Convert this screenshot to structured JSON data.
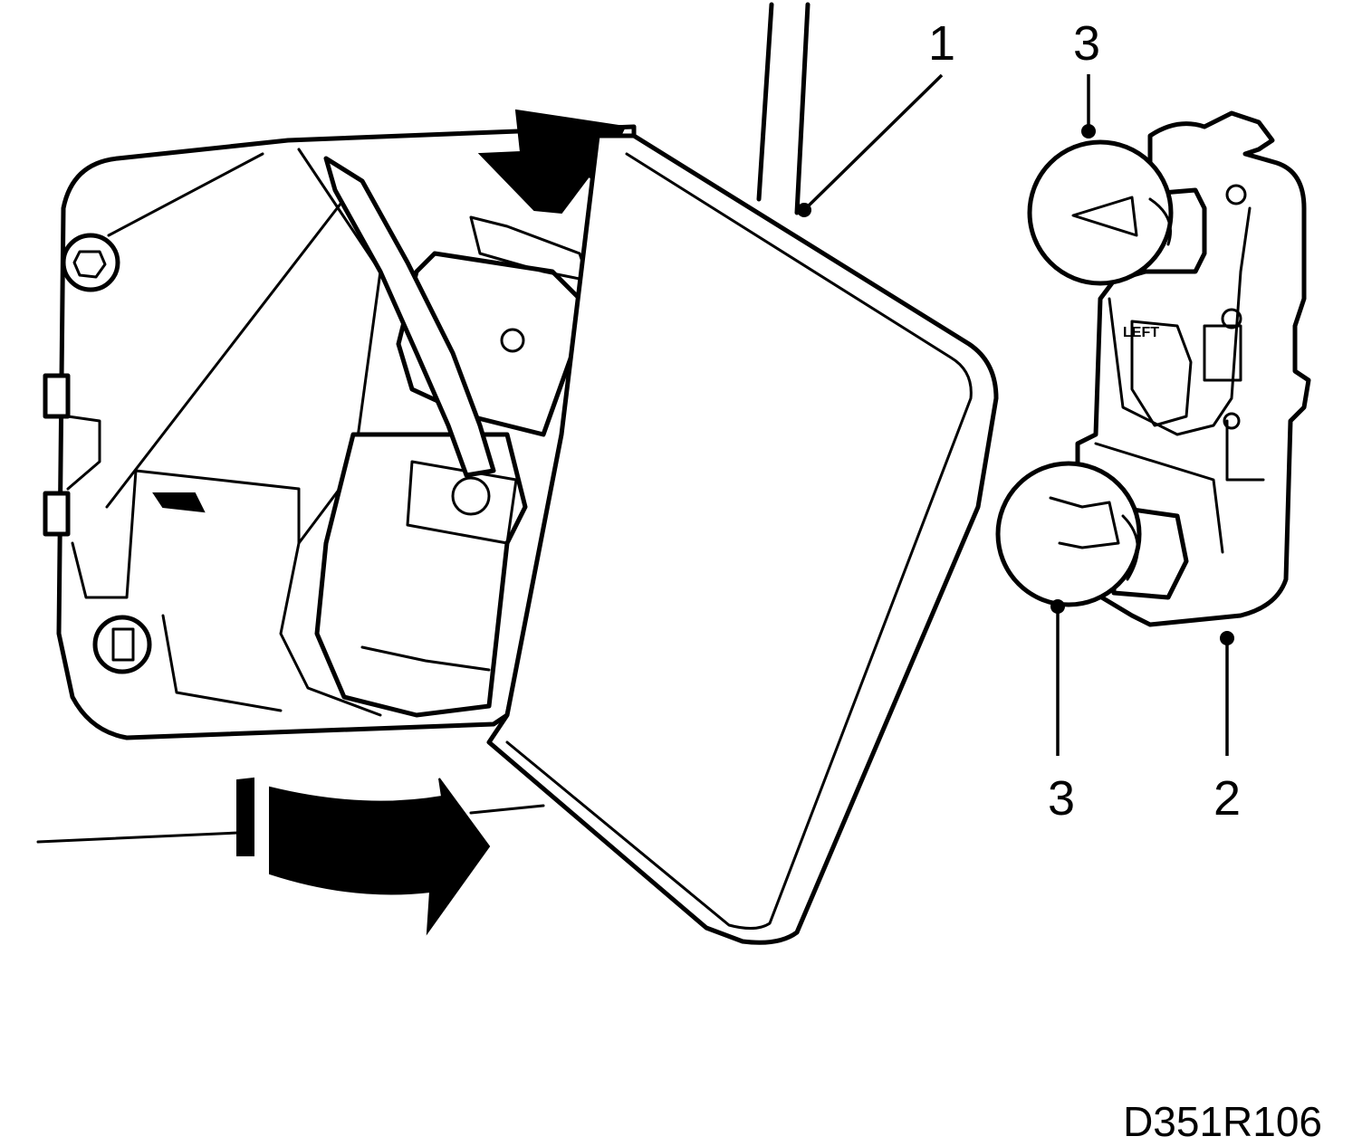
{
  "callouts": {
    "c1": "1",
    "c2": "2",
    "c3_top": "3",
    "c3_bottom": "3"
  },
  "figure_id": "D351R106",
  "inset_label": "LEFT"
}
